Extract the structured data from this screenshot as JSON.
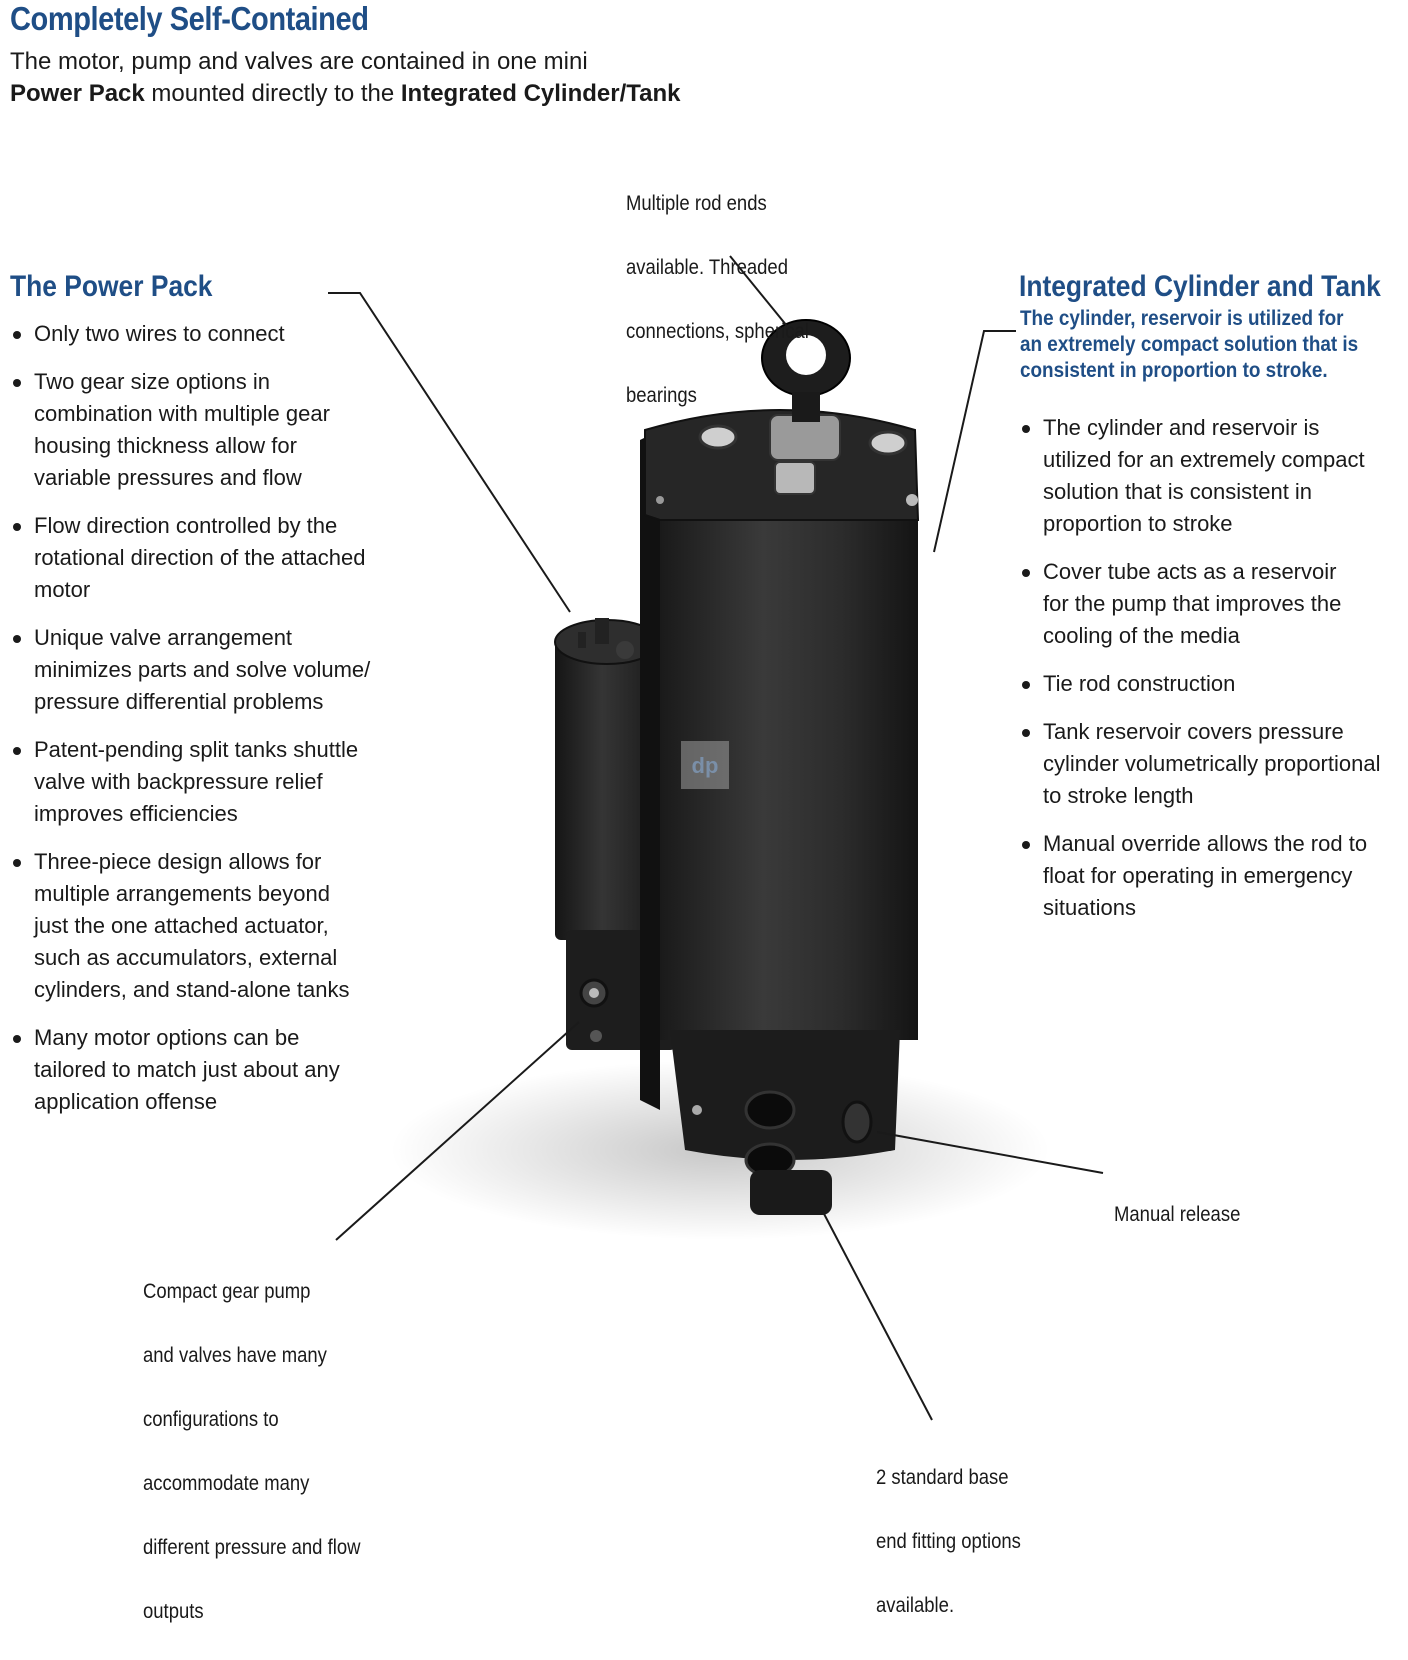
{
  "header": {
    "title": "Completely Self-Contained",
    "intro_line1": "The motor, pump and valves are contained in one mini",
    "intro_bold1": "Power Pack",
    "intro_mid": " mounted directly to the ",
    "intro_bold2": "Integrated Cylinder/Tank"
  },
  "power_pack": {
    "heading": "The Power Pack",
    "items": [
      {
        "lines": [
          "Only two wires to connect"
        ]
      },
      {
        "lines": [
          "Two gear size options in",
          "combination with multiple gear",
          "housing thickness allow for",
          "variable pressures and flow"
        ]
      },
      {
        "lines": [
          "Flow direction controlled by the",
          "rotational direction of the attached",
          "motor"
        ]
      },
      {
        "lines": [
          "Unique valve arrangement",
          "minimizes parts and solve volume/",
          "pressure differential problems"
        ]
      },
      {
        "lines": [
          "Patent-pending split tanks shuttle",
          "valve with backpressure relief",
          "improves efficiencies"
        ]
      },
      {
        "lines": [
          "Three-piece design allows for",
          "multiple arrangements beyond",
          "just the one attached actuator,",
          "such as accumulators, external",
          "cylinders, and stand-alone tanks"
        ]
      },
      {
        "lines": [
          "Many motor options can be",
          "tailored to match just about any",
          "application offense"
        ]
      }
    ]
  },
  "cylinder_tank": {
    "heading": "Integrated Cylinder and Tank",
    "subheading_lines": [
      "The cylinder, reservoir is utilized for",
      "an extremely compact solution that is",
      "consistent in proportion to stroke."
    ],
    "items": [
      {
        "lines": [
          "The cylinder and reservoir is",
          "utilized for an extremely compact",
          "solution that is consistent in",
          "proportion to stroke"
        ]
      },
      {
        "lines": [
          "Cover tube acts as a reservoir",
          "for the pump that improves the",
          "cooling of the media"
        ]
      },
      {
        "lines": [
          "Tie rod construction"
        ]
      },
      {
        "lines": [
          "Tank reservoir covers pressure",
          "cylinder volumetrically proportional",
          "to stroke length"
        ]
      },
      {
        "lines": [
          "Manual override allows the rod to",
          "float for operating in emergency",
          "situations"
        ]
      }
    ]
  },
  "callouts": {
    "rod_ends": [
      "Multiple rod ends",
      "available. Threaded",
      "connections, spherical",
      "bearings"
    ],
    "manual_release": [
      "Manual release"
    ],
    "gear_pump": [
      "Compact gear pump",
      "and valves have many",
      "configurations to",
      "accommodate many",
      "different pressure and flow",
      "outputs"
    ],
    "base_end": [
      "2 standard base",
      "end fitting options",
      "available."
    ]
  },
  "colors": {
    "heading_blue": "#1f4e86",
    "body_text": "#1a1a1a",
    "product_body": "#2a2a2a"
  },
  "icons": {
    "product": "hydraulic-actuator-illustration",
    "watermark": "dp-logo-watermark"
  }
}
